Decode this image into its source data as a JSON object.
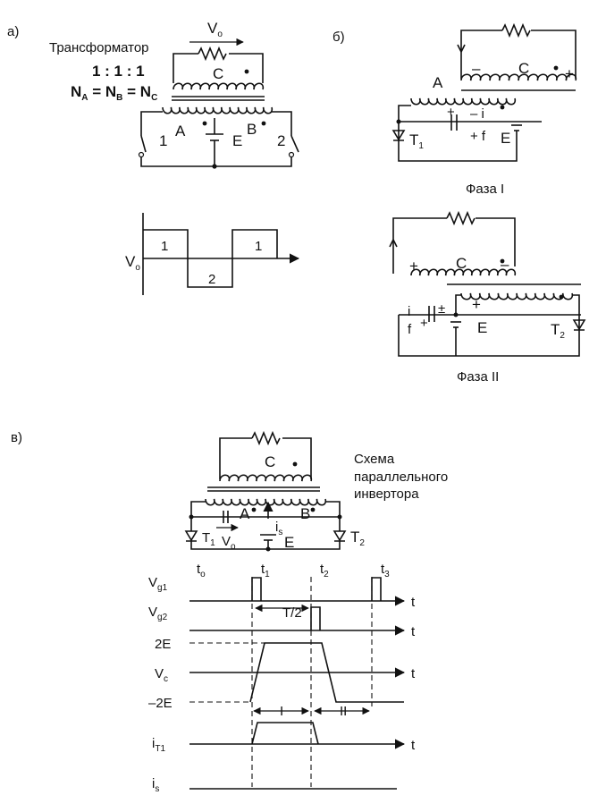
{
  "panels": {
    "a_label": "а)",
    "b_label": "б)",
    "v_label": "в)"
  },
  "panel_a": {
    "title": "Трансформатор",
    "ratio": "1 : 1 : 1",
    "equal_parts": [
      "N",
      "A",
      " = N",
      "B",
      " = N",
      "C"
    ],
    "vo": [
      "V",
      "o"
    ],
    "winding_a": "A",
    "winding_b": "B",
    "winding_c": "C",
    "battery": "E",
    "switch_1": "1",
    "switch_2": "2",
    "wave_axis": [
      "V",
      "o"
    ],
    "wave_pulses": [
      "1",
      "2",
      "1"
    ]
  },
  "panel_b": {
    "phase1_caption": "Фаза I",
    "phase2_caption": "Фаза II",
    "p1_a": "A",
    "p1_c": "C",
    "p1_minus_i": "– i",
    "p1_plus_f": "+ f",
    "p1_e": "E",
    "p1_t": [
      "T",
      "1"
    ],
    "p1_minus": "–",
    "p1_plus": "+",
    "p2_c": "C",
    "p2_i": "i",
    "p2_f": "f",
    "p2_e": "E",
    "p2_t": [
      "T",
      "2"
    ],
    "p2_plus": "+",
    "p2_minus": "–"
  },
  "panel_v": {
    "caption": [
      "Схема",
      "параллельного",
      "инвертора"
    ],
    "c": "C",
    "a": "A",
    "b": "B",
    "e": "E",
    "is": [
      "i",
      "s"
    ],
    "t1": [
      "T",
      "1"
    ],
    "t2": [
      "T",
      "2"
    ],
    "vo": [
      "V",
      "o"
    ],
    "times": [
      [
        "t",
        "o"
      ],
      [
        "t",
        "1"
      ],
      [
        "t",
        "2"
      ],
      [
        "t",
        "3"
      ]
    ],
    "rows": [
      [
        "V",
        "g1"
      ],
      [
        "V",
        "g2"
      ],
      [
        "2E",
        ""
      ],
      [
        "V",
        "c"
      ],
      [
        "–2E",
        ""
      ],
      [
        "i",
        "T1"
      ],
      [
        "i",
        "s"
      ]
    ],
    "t_axis": "t",
    "half_period": "T/2",
    "interval_1": "I",
    "interval_2": "II"
  }
}
